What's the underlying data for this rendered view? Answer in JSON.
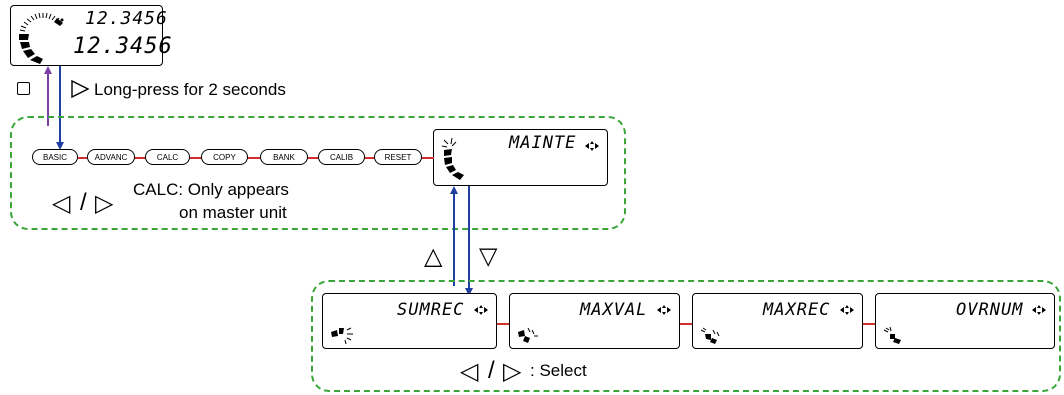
{
  "top_display": {
    "line1": "12.3456",
    "line2": "12.3456"
  },
  "instruction": {
    "text": "Long-press for 2 seconds"
  },
  "menu": {
    "items": [
      "BASIC",
      "ADVANC",
      "CALC",
      "COPY",
      "BANK",
      "CALIB",
      "RESET"
    ],
    "mainte_label": "MAINTE",
    "nav_glyph_left": "◁",
    "nav_sep": "/",
    "nav_glyph_right": "▷",
    "calc_note_line1": "CALC: Only appears",
    "calc_note_line2": "on master unit"
  },
  "up_down": {
    "up_glyph": "△",
    "down_glyph": "▽"
  },
  "submenu": {
    "items": [
      "SUMREC",
      "MAXVAL",
      "MAXREC",
      "OVRNUM"
    ],
    "select_label": ": Select",
    "nav_glyph_left": "◁",
    "nav_sep": "/",
    "nav_glyph_right": "▷"
  },
  "colors": {
    "group_border": "#3aa63a",
    "red_line": "#d32f2f",
    "blue_arrow": "#1f3fa0",
    "purple_arrow": "#7b3fa8"
  }
}
